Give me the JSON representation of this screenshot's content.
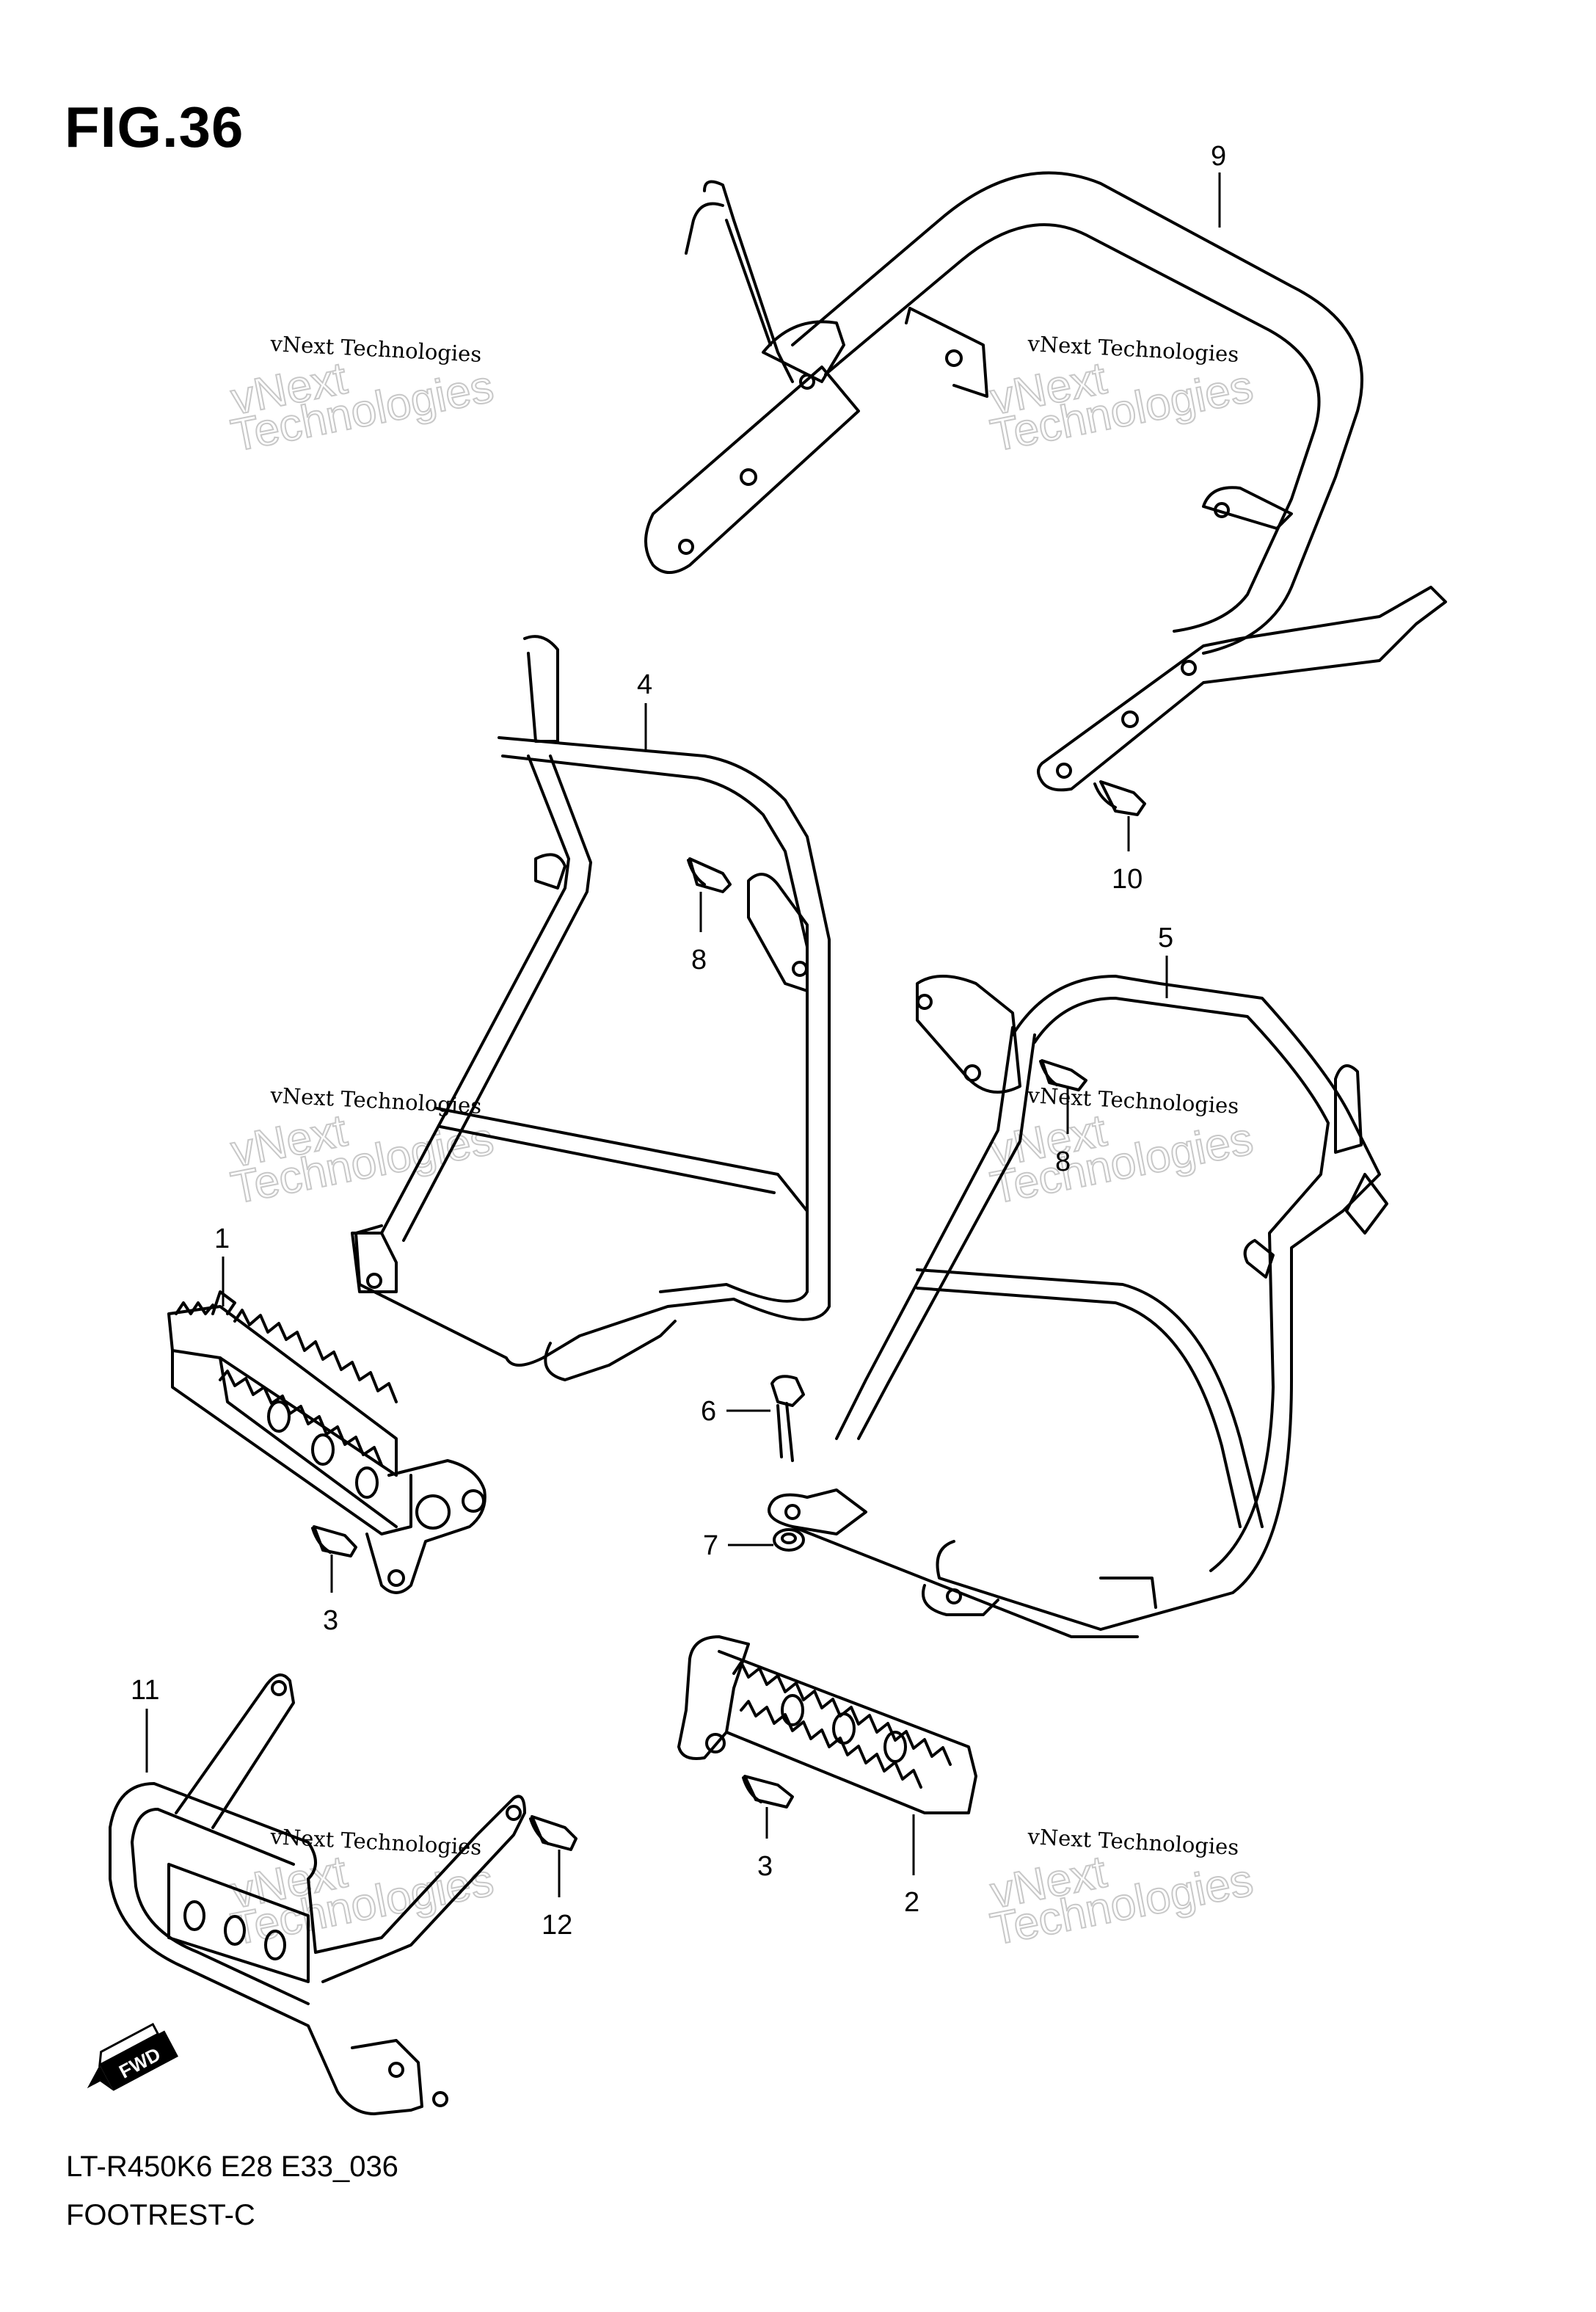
{
  "figure": {
    "title": "FIG.36",
    "model_code": "LT-R450K6 E28 E33_036",
    "section_name": "FOOTREST-C"
  },
  "watermark": {
    "small_text": "vNext Technologies",
    "big_line_1": "vNext",
    "big_line_2": "Technologies"
  },
  "callouts": [
    "1",
    "2",
    "3",
    "3",
    "4",
    "5",
    "6",
    "7",
    "8",
    "8",
    "9",
    "10",
    "11",
    "12"
  ],
  "fwd_arrow": {
    "label": "FWD",
    "icon": "fwd-arrow-icon"
  }
}
